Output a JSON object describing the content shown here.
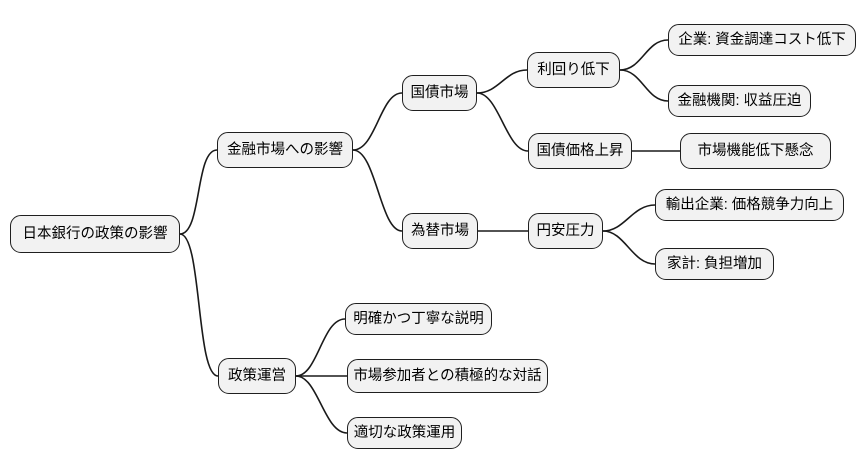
{
  "diagram_type": "mindmap",
  "colors": {
    "background": "#ffffff",
    "node_fill": "#f2f2f2",
    "node_border": "#1f1f1f",
    "connector": "#1a1a1a",
    "text": "#000000"
  },
  "mindmap": {
    "root": {
      "label": "日本銀行の政策の影響",
      "children": [
        {
          "label": "金融市場への影響",
          "children": [
            {
              "label": "国債市場",
              "children": [
                {
                  "label": "利回り低下",
                  "children": [
                    {
                      "label": "企業: 資金調達コスト低下"
                    },
                    {
                      "label": "金融機関: 収益圧迫"
                    }
                  ]
                },
                {
                  "label": "国債価格上昇",
                  "children": [
                    {
                      "label": "市場機能低下懸念"
                    }
                  ]
                }
              ]
            },
            {
              "label": "為替市場",
              "children": [
                {
                  "label": "円安圧力",
                  "children": [
                    {
                      "label": "輸出企業: 価格競争力向上"
                    },
                    {
                      "label": "家計: 負担増加"
                    }
                  ]
                }
              ]
            }
          ]
        },
        {
          "label": "政策運営",
          "children": [
            {
              "label": "明確かつ丁寧な説明"
            },
            {
              "label": "市場参加者との積極的な対話"
            },
            {
              "label": "適切な政策運用"
            }
          ]
        }
      ]
    }
  }
}
